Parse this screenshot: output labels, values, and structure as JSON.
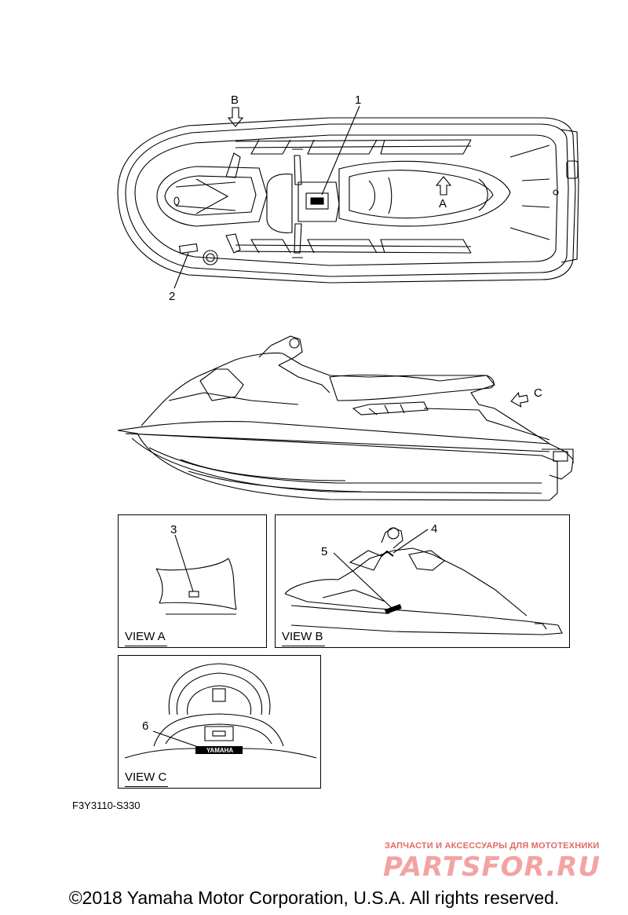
{
  "callouts": {
    "n1": "1",
    "n2": "2",
    "n3": "3",
    "n4": "4",
    "n5": "5",
    "n6": "6"
  },
  "view_markers": {
    "a": "A",
    "b": "B",
    "c": "C"
  },
  "views": {
    "view_a": "VIEW A",
    "view_b": "VIEW B",
    "view_c": "VIEW C"
  },
  "emblem_text": "YAMAHA",
  "drawing_code": "F3Y3110-S330",
  "watermark": {
    "tagline": "ЗАПЧАСТИ И АКСЕССУАРЫ ДЛЯ МОТОТЕХНИКИ",
    "logo": "PARTSFOR.RU"
  },
  "copyright": "©2018 Yamaha Motor Corporation, U.S.A. All rights reserved."
}
